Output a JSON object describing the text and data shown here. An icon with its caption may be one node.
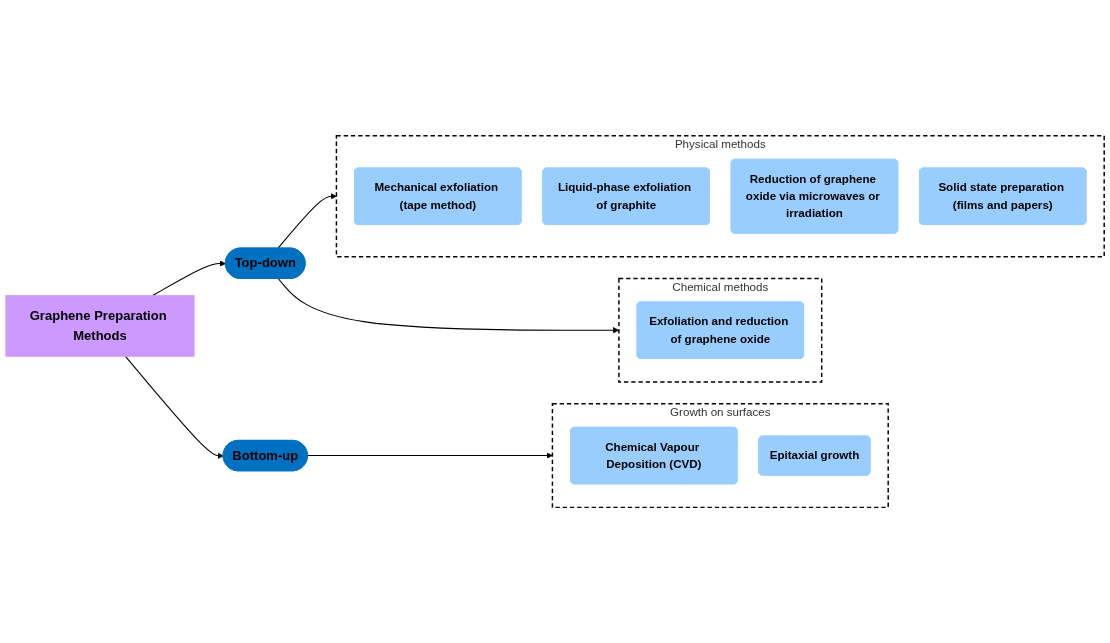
{
  "diagram": {
    "nodes": [
      {
        "text": [
          "Graphene Preparation Methods"
        ]
      },
      {
        "text": [
          "Top-down"
        ]
      },
      {
        "text": [
          "Bottom-up"
        ]
      },
      {
        "text": [
          "Physical methods"
        ]
      },
      {
        "text": [
          "Mechanical exfoliation (tape method)"
        ],
        "in": 3
      },
      {
        "text": [
          "Liquid-phase exfoliation of graphite"
        ],
        "in": 3
      },
      {
        "text": [
          "Reduction of graphene oxide via microwaves or irradiation"
        ],
        "in": 3
      },
      {
        "text": [
          "Solid state preparation (films and papers)"
        ],
        "in": 3
      },
      {
        "text": [
          "Chemical methods"
        ]
      },
      {
        "text": [
          "Exfoliation and reduction of graphene oxide"
        ],
        "in": 8
      },
      {
        "text": [
          "Growth on surfaces"
        ]
      },
      {
        "text": [
          "Chemical Vapour Deposition (CVD)"
        ],
        "in": 10
      },
      {
        "text": [
          "Epitaxial growth"
        ],
        "in": 10
      }
    ],
    "edges": [
      {
        "from": 0,
        "to": 1,
        "arrow": "to"
      },
      {
        "from": 0,
        "to": 2,
        "arrow": "to"
      },
      {
        "from": 1,
        "to": 3,
        "arrow": "to"
      },
      {
        "from": 1,
        "to": 8,
        "arrow": "to"
      },
      {
        "from": 2,
        "to": 10,
        "arrow": "to"
      }
    ]
  }
}
